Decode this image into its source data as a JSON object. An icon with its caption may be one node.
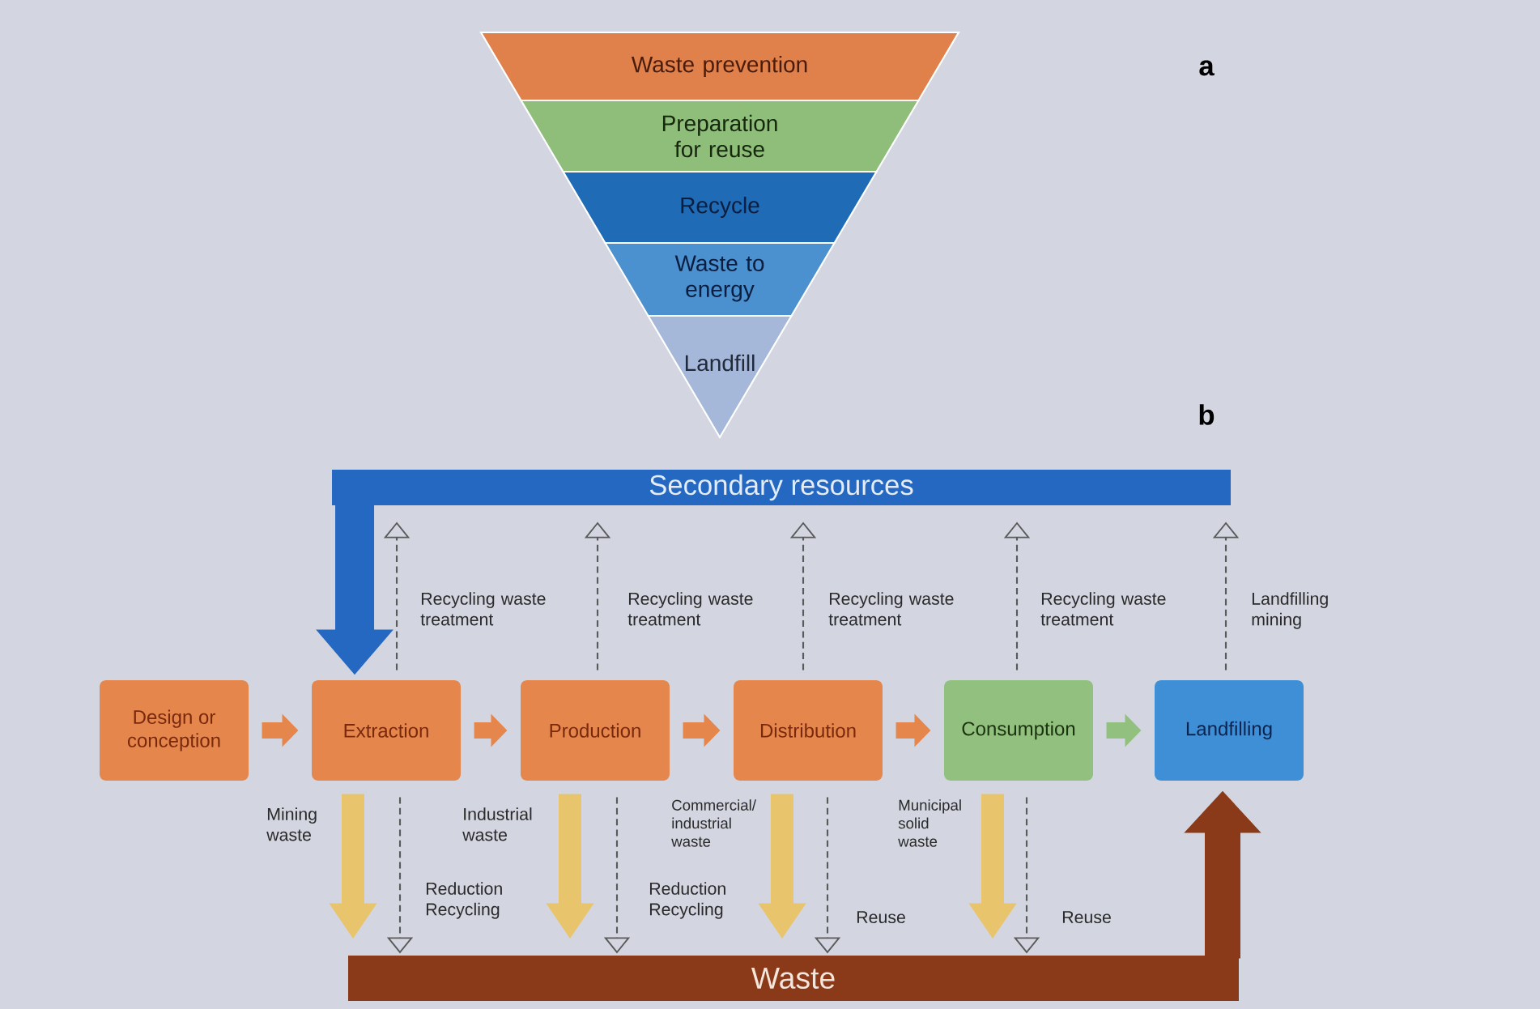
{
  "diagram": {
    "nodes": [
      {
        "text": [
          "Waste prevention"
        ]
      },
      {
        "text": [
          "Preparation for reuse"
        ]
      },
      {
        "text": [
          "Recycle"
        ]
      },
      {
        "text": [
          "Waste to energy"
        ]
      },
      {
        "text": [
          "Landfill"
        ]
      },
      {
        "text": [
          "Secondary resources"
        ]
      },
      {
        "text": [
          "Design or conception"
        ]
      },
      {
        "text": [
          "Extraction"
        ]
      },
      {
        "text": [
          "Production"
        ]
      },
      {
        "text": [
          "Distribution"
        ]
      },
      {
        "text": [
          "Consumption"
        ]
      },
      {
        "text": [
          "Landfilling"
        ]
      },
      {
        "text": [
          "Waste"
        ]
      }
    ],
    "edges": [
      {
        "from": 6,
        "to": 7,
        "arrow": "to",
        "color": "#e5864c"
      },
      {
        "from": 7,
        "to": 8,
        "arrow": "to",
        "color": "#e5864c"
      },
      {
        "from": 8,
        "to": 9,
        "arrow": "to",
        "color": "#e5864c"
      },
      {
        "from": 9,
        "to": 10,
        "arrow": "to",
        "color": "#e5864c"
      },
      {
        "from": 10,
        "to": 11,
        "arrow": "to",
        "color": "#92c07e"
      },
      {
        "from": 5,
        "to": 7,
        "arrow": "to",
        "style": "thick",
        "color": "#2468c2"
      },
      {
        "from": 7,
        "to": 5,
        "arrow": "to",
        "style": "dashed",
        "label": "Recycling waste treatment"
      },
      {
        "from": 8,
        "to": 5,
        "arrow": "to",
        "style": "dashed",
        "label": "Recycling waste treatment"
      },
      {
        "from": 9,
        "to": 5,
        "arrow": "to",
        "style": "dashed",
        "label": "Recycling waste treatment"
      },
      {
        "from": 10,
        "to": 5,
        "arrow": "to",
        "style": "dashed",
        "label": "Recycling waste treatment"
      },
      {
        "from": 11,
        "to": 5,
        "arrow": "to",
        "style": "dashed",
        "label": "Landfilling mining"
      },
      {
        "from": 7,
        "to": 12,
        "arrow": "to",
        "color": "#e8c46c",
        "label": "Mining waste"
      },
      {
        "from": 7,
        "to": 12,
        "arrow": "to",
        "style": "dashed",
        "label": "Reduction Recycling"
      },
      {
        "from": 8,
        "to": 12,
        "arrow": "to",
        "color": "#e8c46c",
        "label": "Industrial waste"
      },
      {
        "from": 8,
        "to": 12,
        "arrow": "to",
        "style": "dashed",
        "label": "Reduction Recycling"
      },
      {
        "from": 9,
        "to": 12,
        "arrow": "to",
        "color": "#e8c46c",
        "label": "Commercial/ industrial waste"
      },
      {
        "from": 9,
        "to": 12,
        "arrow": "to",
        "style": "dashed",
        "label": "Reuse"
      },
      {
        "from": 10,
        "to": 12,
        "arrow": "to",
        "color": "#e8c46c",
        "label": "Municipal solid waste"
      },
      {
        "from": 10,
        "to": 12,
        "arrow": "to",
        "style": "dashed",
        "label": "Reuse"
      },
      {
        "from": 12,
        "to": 11,
        "arrow": "to",
        "style": "thick",
        "color": "#8a3a18"
      }
    ],
    "labels": [
      "a",
      "b"
    ]
  }
}
